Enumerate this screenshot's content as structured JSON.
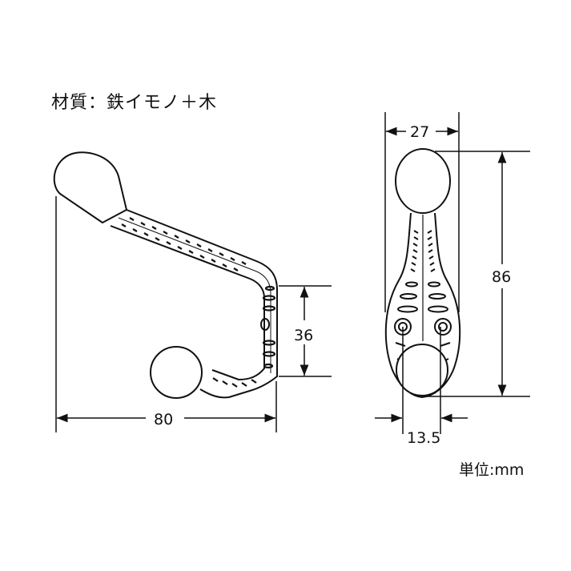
{
  "header": {
    "material_label": "材質：鉄イモノ＋木"
  },
  "footer": {
    "unit_label": "単位:mm"
  },
  "side_view": {
    "dimensions": {
      "width": "80",
      "lower_height": "36"
    }
  },
  "front_view": {
    "dimensions": {
      "width": "27",
      "height": "86",
      "hole_pitch": "13.5"
    }
  },
  "colors": {
    "line": "#111111",
    "background": "#ffffff"
  }
}
